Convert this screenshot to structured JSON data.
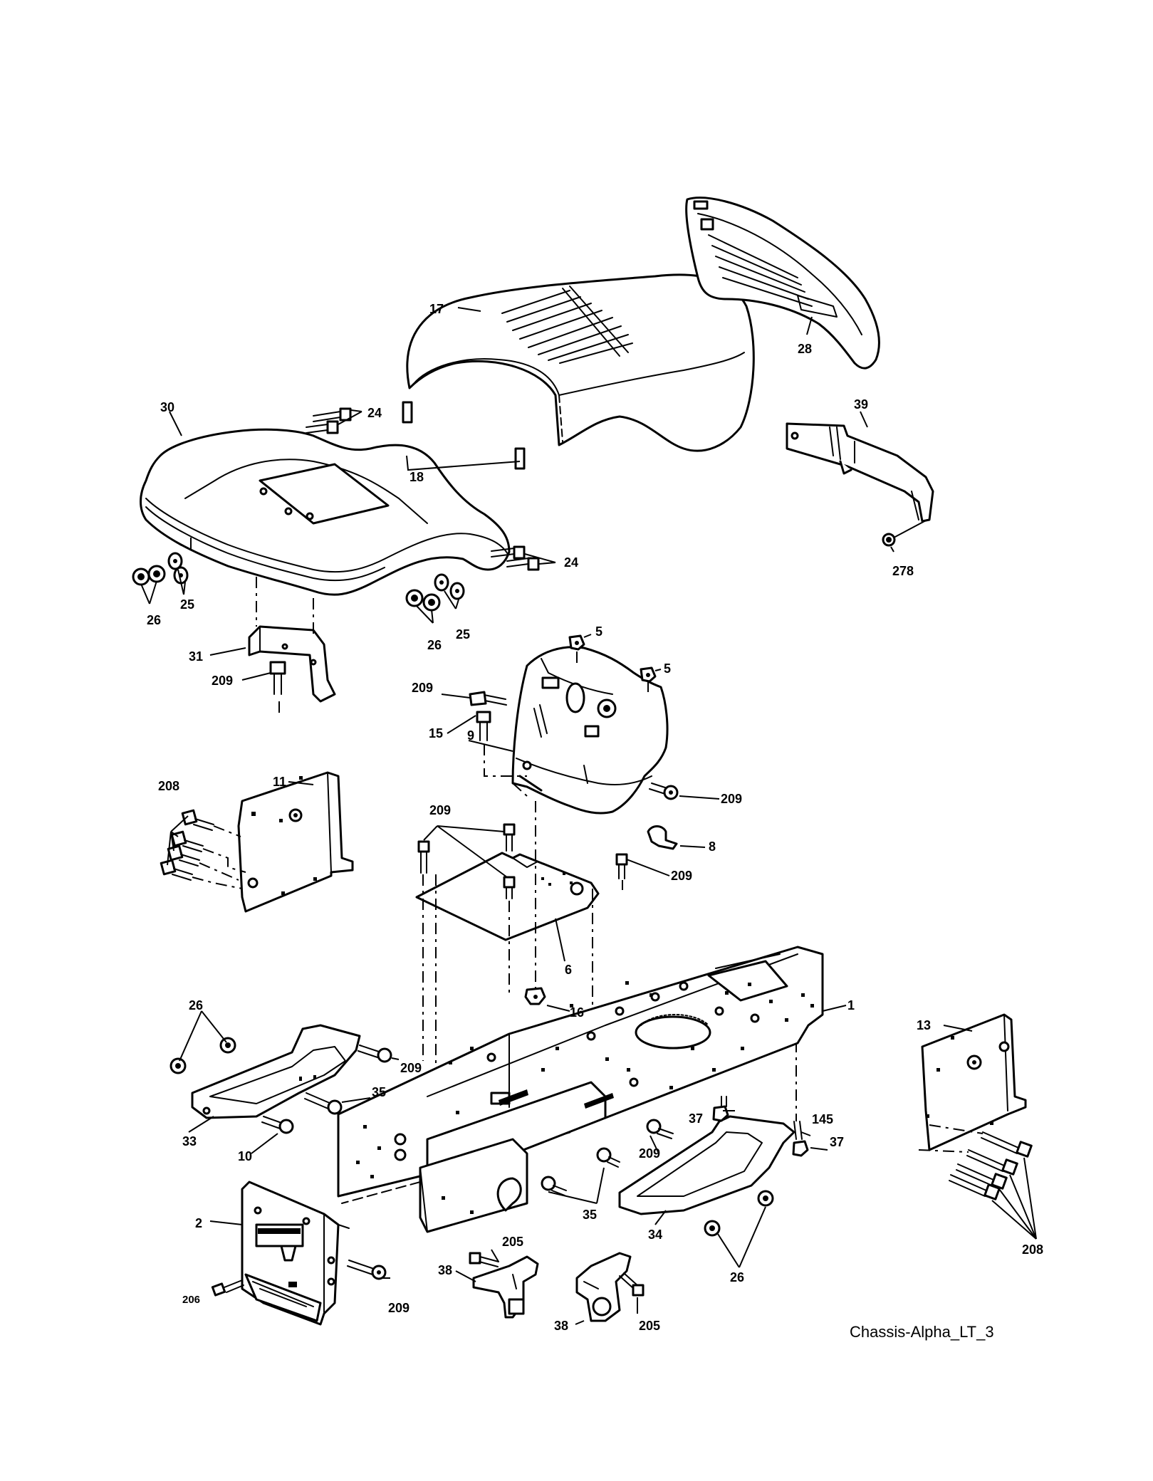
{
  "caption": "Chassis-Alpha_LT_3",
  "labels": {
    "l17": "17",
    "l28": "28",
    "l30": "30",
    "l24a": "24",
    "l18": "18",
    "l39": "39",
    "l24b": "24",
    "l278": "278",
    "l25a": "25",
    "l26a": "26",
    "l25b": "25",
    "l26b": "26",
    "l31": "31",
    "l5a": "5",
    "l5b": "5",
    "l209a": "209",
    "l209b": "209",
    "l9": "9",
    "l15": "15",
    "l209c": "209",
    "l208a": "208",
    "l11": "11",
    "l209d": "209",
    "l8": "8",
    "l209e": "209",
    "l6": "6",
    "l16": "16",
    "l1": "1",
    "l26c": "26",
    "l13": "13",
    "l209f": "209",
    "l35a": "35",
    "l37a": "37",
    "l145": "145",
    "l37b": "37",
    "l33": "33",
    "l10": "10",
    "l209g": "209",
    "l35b": "35",
    "l208b": "208",
    "l2": "2",
    "l205a": "205",
    "l34": "34",
    "l26d": "26",
    "l38a": "38",
    "l206": "206",
    "l209h": "209",
    "l38b": "38",
    "l205b": "205"
  }
}
